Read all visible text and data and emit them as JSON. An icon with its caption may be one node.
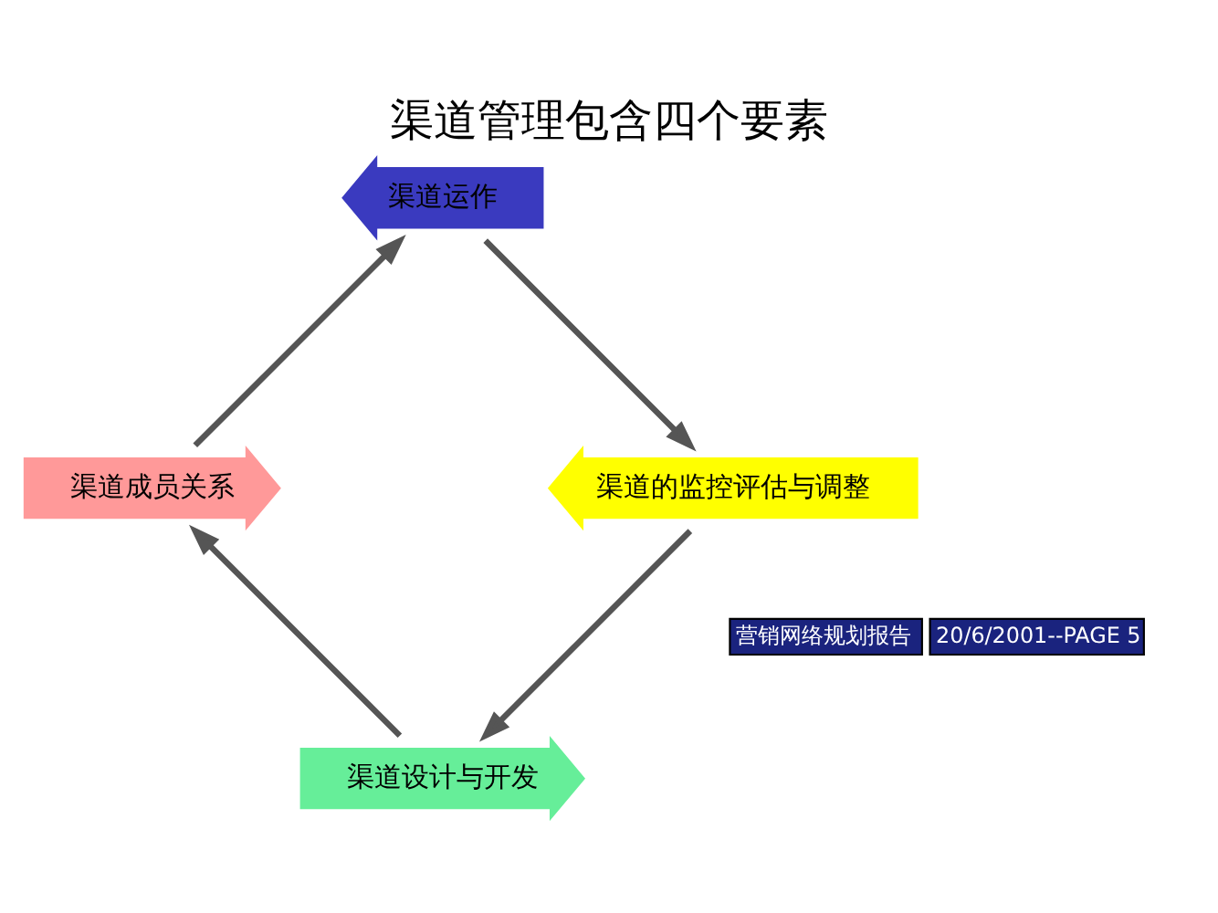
{
  "diagram": {
    "title": "渠道管理包含四个要素",
    "nodes": [
      {
        "text": [
          "渠道设计与开发"
        ]
      },
      {
        "text": [
          "渠道成员关系"
        ]
      },
      {
        "text": [
          "渠道运作"
        ]
      },
      {
        "text": [
          "渠道的监控评估与调整"
        ]
      }
    ],
    "edges": [
      {
        "from": 0,
        "to": 1,
        "arrow": "to"
      },
      {
        "from": 1,
        "to": 2,
        "arrow": "to"
      },
      {
        "from": 2,
        "to": 3,
        "arrow": "to"
      },
      {
        "from": 3,
        "to": 0,
        "arrow": "to"
      }
    ],
    "labels": [
      "营销网络规划报告",
      "20/6/2001--PAGE 5"
    ]
  }
}
